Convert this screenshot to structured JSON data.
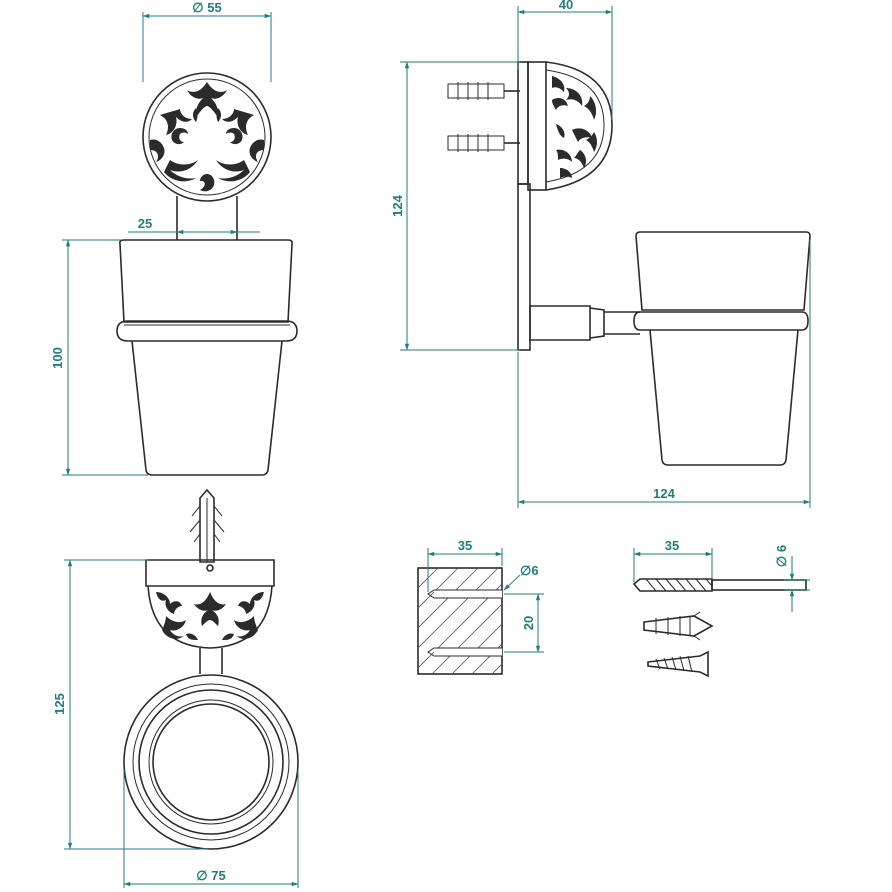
{
  "dimensions": {
    "front_diameter": "∅ 55",
    "stem_width": "25",
    "cup_height": "100",
    "side_depth": "40",
    "side_height": "124",
    "side_length": "124",
    "bottom_height": "125",
    "ring_diameter": "∅ 75",
    "block_width": "35",
    "hole_diameter": "∅6",
    "hole_spacing": "20",
    "drill_length": "35",
    "drill_diameter": "∅ 6"
  }
}
